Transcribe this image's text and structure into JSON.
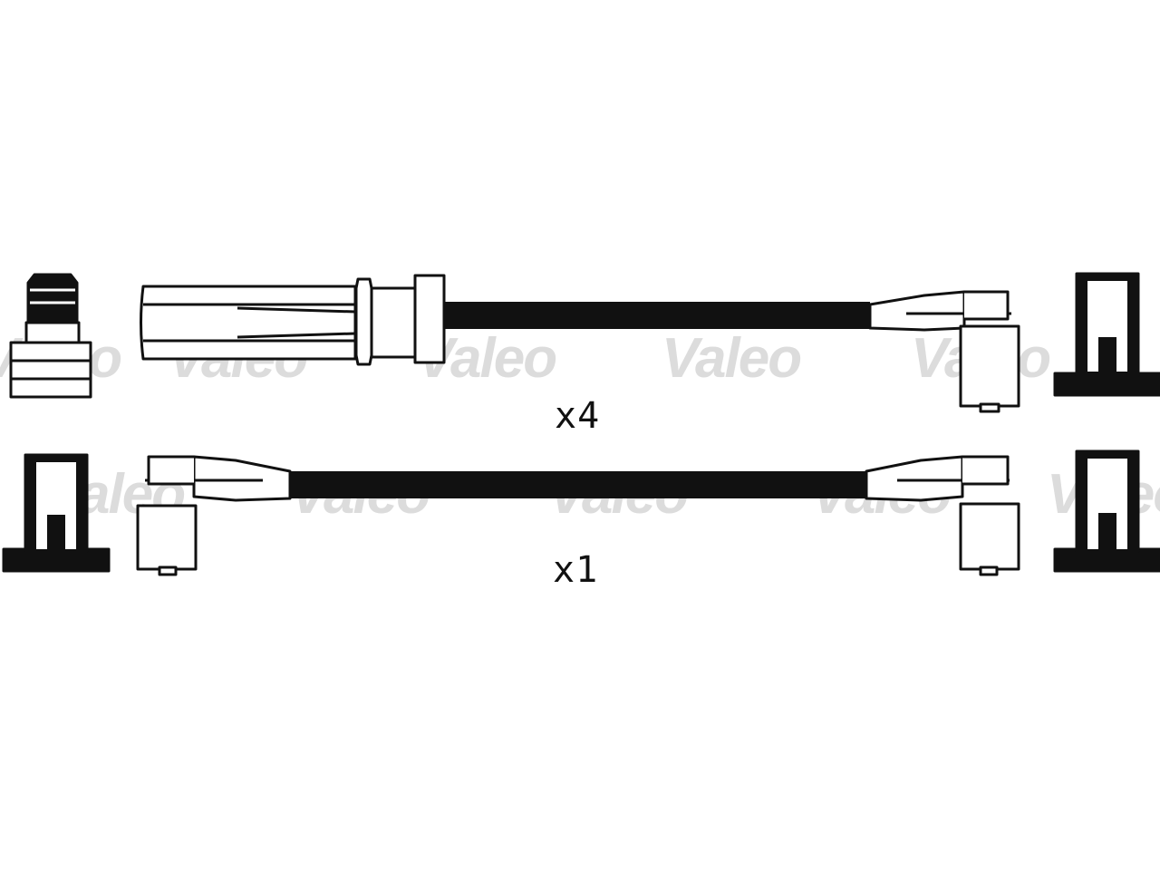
{
  "watermark": {
    "text": "Valeo",
    "color": "#dcdcdc"
  },
  "rows": [
    {
      "quantity_label": "x4",
      "cable": "ignition lead with straight spark plug boot and angled coil boot"
    },
    {
      "quantity_label": "x1",
      "cable": "ignition lead with angled boots on both ends"
    }
  ],
  "colors": {
    "line": "#111111",
    "fill": "#ffffff",
    "background": "#ffffff"
  }
}
